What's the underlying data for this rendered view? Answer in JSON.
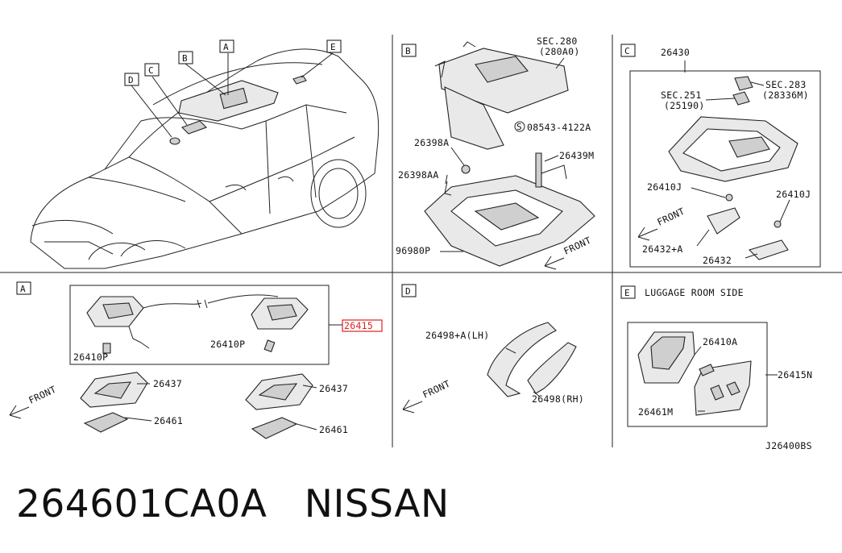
{
  "panels": {
    "A": "A",
    "B": "B",
    "C": "C",
    "D": "D",
    "E": "E",
    "car_callouts": [
      "A",
      "B",
      "C",
      "D",
      "E"
    ]
  },
  "labels": {
    "sec280": "SEC.280",
    "sec280_sub": "(280A0)",
    "screw": "08543-4122A",
    "screw_prefix": "S",
    "p26398A": "26398A",
    "p26439M": "26439M",
    "p26398AA": "26398AA",
    "p96980P": "96980P",
    "front": "FRONT",
    "p26430": "26430",
    "sec251": "SEC.251",
    "sec251_sub": "(25190)",
    "sec283": "SEC.283",
    "sec283_sub": "(28336M)",
    "p26410J": "26410J",
    "p26432A": "26432+A",
    "p26432": "26432",
    "p26415": "26415",
    "p26410P": "26410P",
    "p26437": "26437",
    "p26461": "26461",
    "p26498A": "26498+A(LH)",
    "p26498RH": "26498(RH)",
    "luggage": "LUGGAGE ROOM SIDE",
    "p26410A": "26410A",
    "p26415N": "26415N",
    "p26461M": "26461M",
    "diagram_code": "J26400BS"
  },
  "caption": {
    "part_number": "264601CA0A",
    "brand": "NISSAN"
  },
  "colors": {
    "ink": "#111111",
    "highlight": "#e02020",
    "part_fill": "#e9e9e9"
  }
}
